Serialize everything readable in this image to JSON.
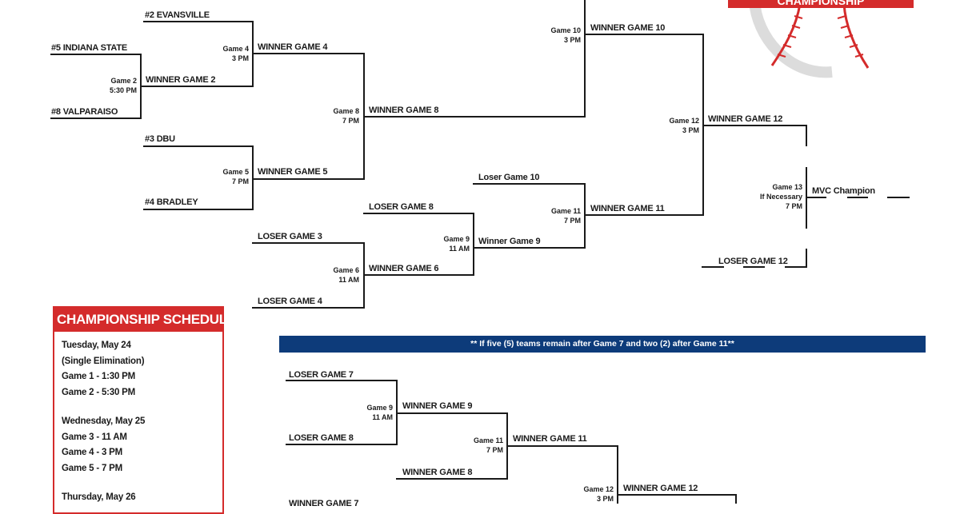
{
  "logo": {
    "text": "CHAMPIONSHIP"
  },
  "teams": [
    {
      "key": "t2",
      "label": "#2 EVANSVILLE"
    },
    {
      "key": "t5",
      "label": "#5  INDIANA STATE"
    },
    {
      "key": "t8",
      "label": "#8  VALPARAISO"
    },
    {
      "key": "t3",
      "label": "#3 DBU"
    },
    {
      "key": "t4",
      "label": "#4 BRADLEY"
    }
  ],
  "slots": {
    "winner_game_2": "WINNER GAME 2",
    "winner_game_4": "WINNER GAME 4",
    "winner_game_5": "WINNER GAME 5",
    "winner_game_8": "WINNER GAME 8",
    "winner_game_10": "WINNER GAME 10",
    "winner_game_12": "WINNER GAME 12",
    "loser_game_10": "Loser Game 10",
    "winner_game_11": "WINNER GAME 11",
    "loser_game_8": "LOSER GAME 8",
    "winner_game_9": "Winner Game 9",
    "loser_game_3": "LOSER GAME 3",
    "winner_game_6": "WINNER GAME 6",
    "loser_game_4": "LOSER GAME 4",
    "mvc_champion": "MVC Champion",
    "loser_game_12": "LOSER GAME 12"
  },
  "games": {
    "g2": {
      "name": "Game 2",
      "time": "5:30 PM"
    },
    "g4": {
      "name": "Game 4",
      "time": "3 PM"
    },
    "g5": {
      "name": "Game 5",
      "time": "7 PM"
    },
    "g8": {
      "name": "Game 8",
      "time": "7 PM"
    },
    "g10": {
      "name": "Game 10",
      "time": "3 PM"
    },
    "g12": {
      "name": "Game 12",
      "time": "3 PM"
    },
    "g11": {
      "name": "Game 11",
      "time": "7 PM"
    },
    "g9": {
      "name": "Game 9",
      "time": "11 AM"
    },
    "g6": {
      "name": "Game 6",
      "time": "11 AM"
    },
    "g13": {
      "name": "Game 13",
      "note": "If Necessary",
      "time": "7 PM"
    }
  },
  "notice": "** If five (5) teams remain after Game 7 and two (2) after Game 11**",
  "alt_bracket": {
    "loser_game_7": "LOSER GAME 7",
    "loser_game_8": "LOSER GAME 8",
    "winner_game_9": "WINNER GAME 9",
    "winner_game_8": "WINNER GAME 8",
    "winner_game_11": "WINNER GAME 11",
    "winner_game_12": "WINNER GAME 12",
    "winner_game_7": "WINNER GAME 7",
    "g9": {
      "name": "Game 9",
      "time": "11 AM"
    },
    "g11": {
      "name": "Game 11",
      "time": "7 PM"
    },
    "g12": {
      "name": "Game 12",
      "time": "3 PM"
    }
  },
  "schedule": {
    "title": "CHAMPIONSHIP SCHEDULE",
    "lines": [
      "Tuesday, May 24",
      "(Single Elimination)",
      "Game 1 - 1:30 PM",
      "Game 2 - 5:30 PM",
      "",
      "Wednesday, May 25",
      "Game 3 - 11 AM",
      "Game 4 - 3 PM",
      "Game 5 - 7 PM",
      "",
      "Thursday, May 26"
    ]
  },
  "colors": {
    "accent_red": "#d42b2b",
    "notice_blue": "#0d3b7a",
    "line": "#1a1a1a"
  }
}
